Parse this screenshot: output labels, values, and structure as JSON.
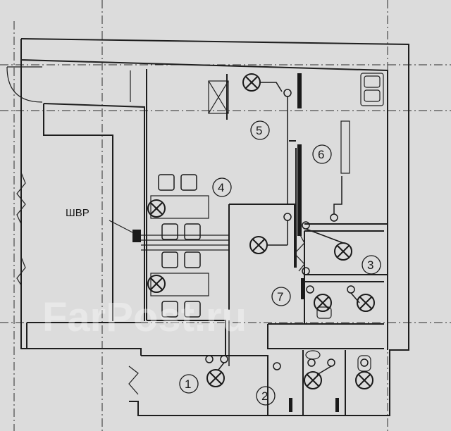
{
  "legend": {
    "text": "ШВР"
  },
  "rooms": [
    {
      "num": "1"
    },
    {
      "num": "2"
    },
    {
      "num": "3"
    },
    {
      "num": "4"
    },
    {
      "num": "5"
    },
    {
      "num": "6"
    },
    {
      "num": "7"
    }
  ],
  "watermark": "FarPost.ru",
  "colors": {
    "paper": "#dcdcdc",
    "ink": "#1a1a1a"
  }
}
